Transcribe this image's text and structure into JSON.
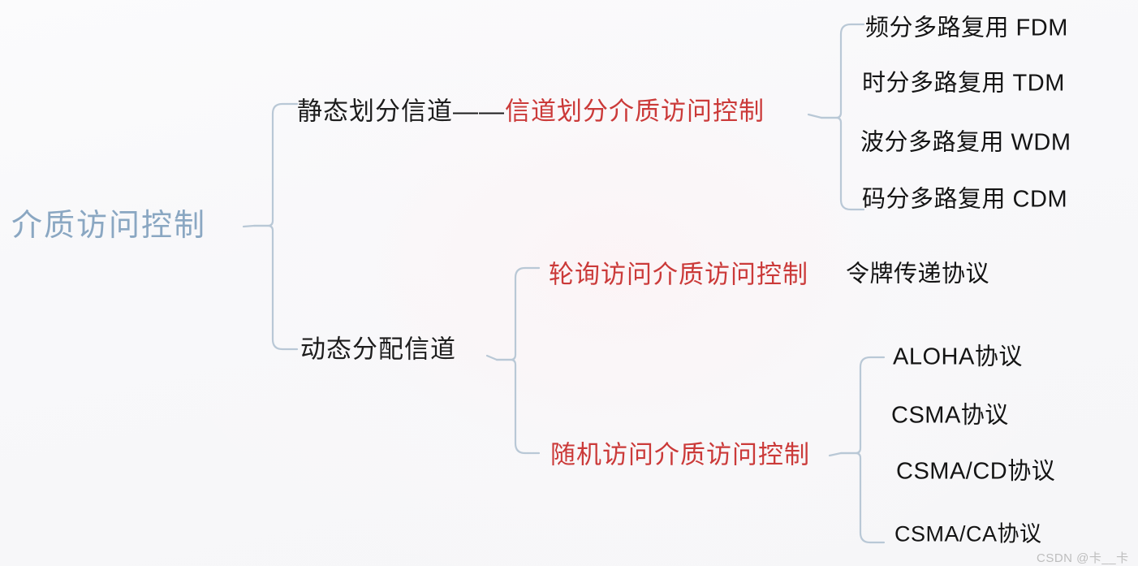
{
  "diagram": {
    "title_root": "介质访问控制",
    "watermark": "CSDN @卡__卡",
    "colors": {
      "root_text": "#8aa7c2",
      "dark_text": "#1d1d1d",
      "red_text": "#cb3a39",
      "bracket": "#b9c8d6",
      "background": "#f8f8fa"
    },
    "branches": {
      "static": {
        "label_dark": "静态划分信道——",
        "label_red": "信道划分介质访问控制",
        "leaves": [
          {
            "label": "频分多路复用 FDM"
          },
          {
            "label": "时分多路复用 TDM"
          },
          {
            "label": "波分多路复用 WDM"
          },
          {
            "label": "码分多路复用 CDM"
          }
        ]
      },
      "dynamic": {
        "label": "动态分配信道",
        "children": [
          {
            "label_red": "轮询访问介质访问控制",
            "leaves": [
              {
                "label": "令牌传递协议"
              }
            ]
          },
          {
            "label_red": "随机访问介质访问控制",
            "leaves": [
              {
                "label": "ALOHA协议"
              },
              {
                "label": "CSMA协议"
              },
              {
                "label": "CSMA/CD协议"
              },
              {
                "label": "CSMA/CA协议"
              }
            ]
          }
        ]
      }
    }
  }
}
